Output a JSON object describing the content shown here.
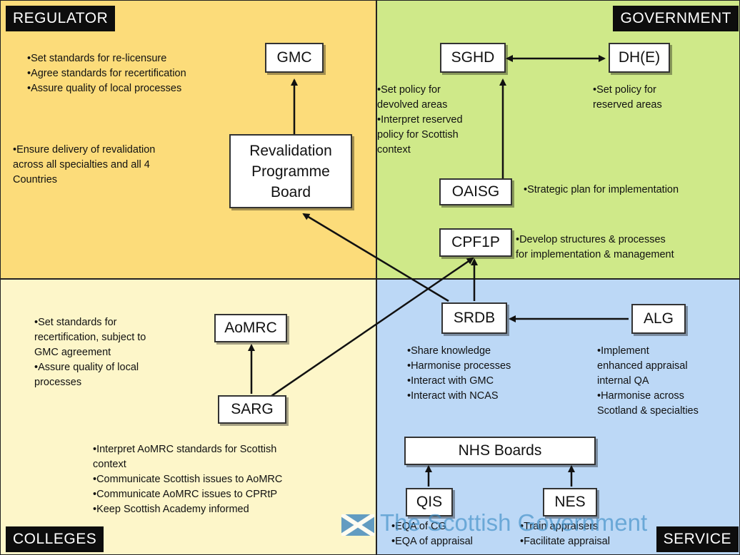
{
  "quadrants": {
    "regulator": "REGULATOR",
    "government": "GOVERNMENT",
    "colleges": "COLLEGES",
    "service": "SERVICE"
  },
  "nodes": {
    "gmc": "GMC",
    "rpb_line1": "Revalidation",
    "rpb_line2": "Programme",
    "rpb_line3": "Board",
    "sghd": "SGHD",
    "dhe": "DH(E)",
    "oaisg": "OAISG",
    "cpf1p": "CPF1P",
    "aomrc": "AoMRC",
    "sarg": "SARG",
    "srdb": "SRDB",
    "alg": "ALG",
    "nhs_boards": "NHS Boards",
    "qis": "QIS",
    "nes": "NES"
  },
  "notes": {
    "regulator_top": [
      "•Set standards for re-licensure",
      "•Agree standards for recertification",
      "•Assure quality of local processes"
    ],
    "regulator_mid": [
      "•Ensure delivery of revalidation",
      "across all specialties and all 4",
      "Countries"
    ],
    "sghd": [
      "•Set policy for",
      "devolved areas",
      "•Interpret reserved",
      "policy for Scottish",
      "context"
    ],
    "dhe": [
      "•Set policy for",
      "reserved areas"
    ],
    "oaisg": [
      "•Strategic plan for implementation"
    ],
    "cpf1p": [
      "•Develop structures & processes",
      "for implementation & management"
    ],
    "colleges_left": [
      "•Set standards for",
      "recertification, subject to",
      "GMC agreement",
      "•Assure quality of local",
      "processes"
    ],
    "sarg": [
      "•Interpret AoMRC standards for Scottish",
      "context",
      "•Communicate Scottish issues to AoMRC",
      "•Communicate AoMRC issues to CPRtP",
      "•Keep Scottish Academy informed"
    ],
    "srdb": [
      "•Share knowledge",
      "•Harmonise processes",
      "•Interact with GMC",
      "•Interact with NCAS"
    ],
    "alg": [
      "•Implement",
      "enhanced appraisal",
      "internal QA",
      "•Harmonise across",
      "Scotland & specialties"
    ],
    "qis": [
      "•EQA of CG",
      "•EQA of appraisal"
    ],
    "nes": [
      "•Train appraisers",
      "•Facilitate appraisal"
    ]
  },
  "logo": {
    "text": "The Scottish Government"
  },
  "colors": {
    "regulator": "#fcdc7a",
    "government": "#cfe989",
    "colleges": "#fdf6c9",
    "service": "#bcd8f6"
  }
}
